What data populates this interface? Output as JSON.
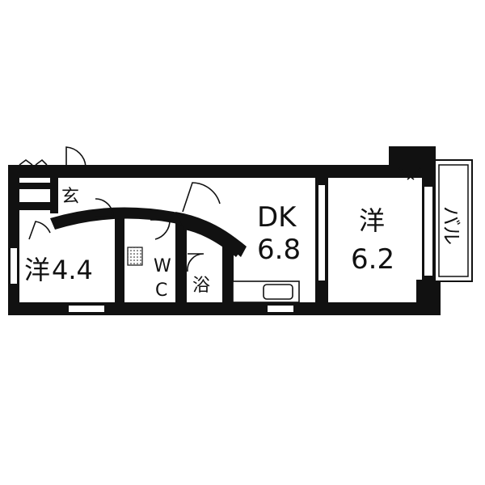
{
  "floorplan": {
    "rooms": {
      "western_small": {
        "label": "洋",
        "size": "4.4"
      },
      "dining_kitchen": {
        "label": "DK",
        "size": "6.8"
      },
      "western_large": {
        "label": "洋",
        "size": "6.2"
      },
      "entrance": {
        "label": "玄"
      },
      "toilet": {
        "label_top": "W",
        "label_bottom": "C"
      },
      "bath": {
        "label": "浴"
      },
      "balcony": {
        "label": "バル"
      }
    },
    "colors": {
      "wall": "#111111",
      "background": "#ffffff"
    }
  }
}
